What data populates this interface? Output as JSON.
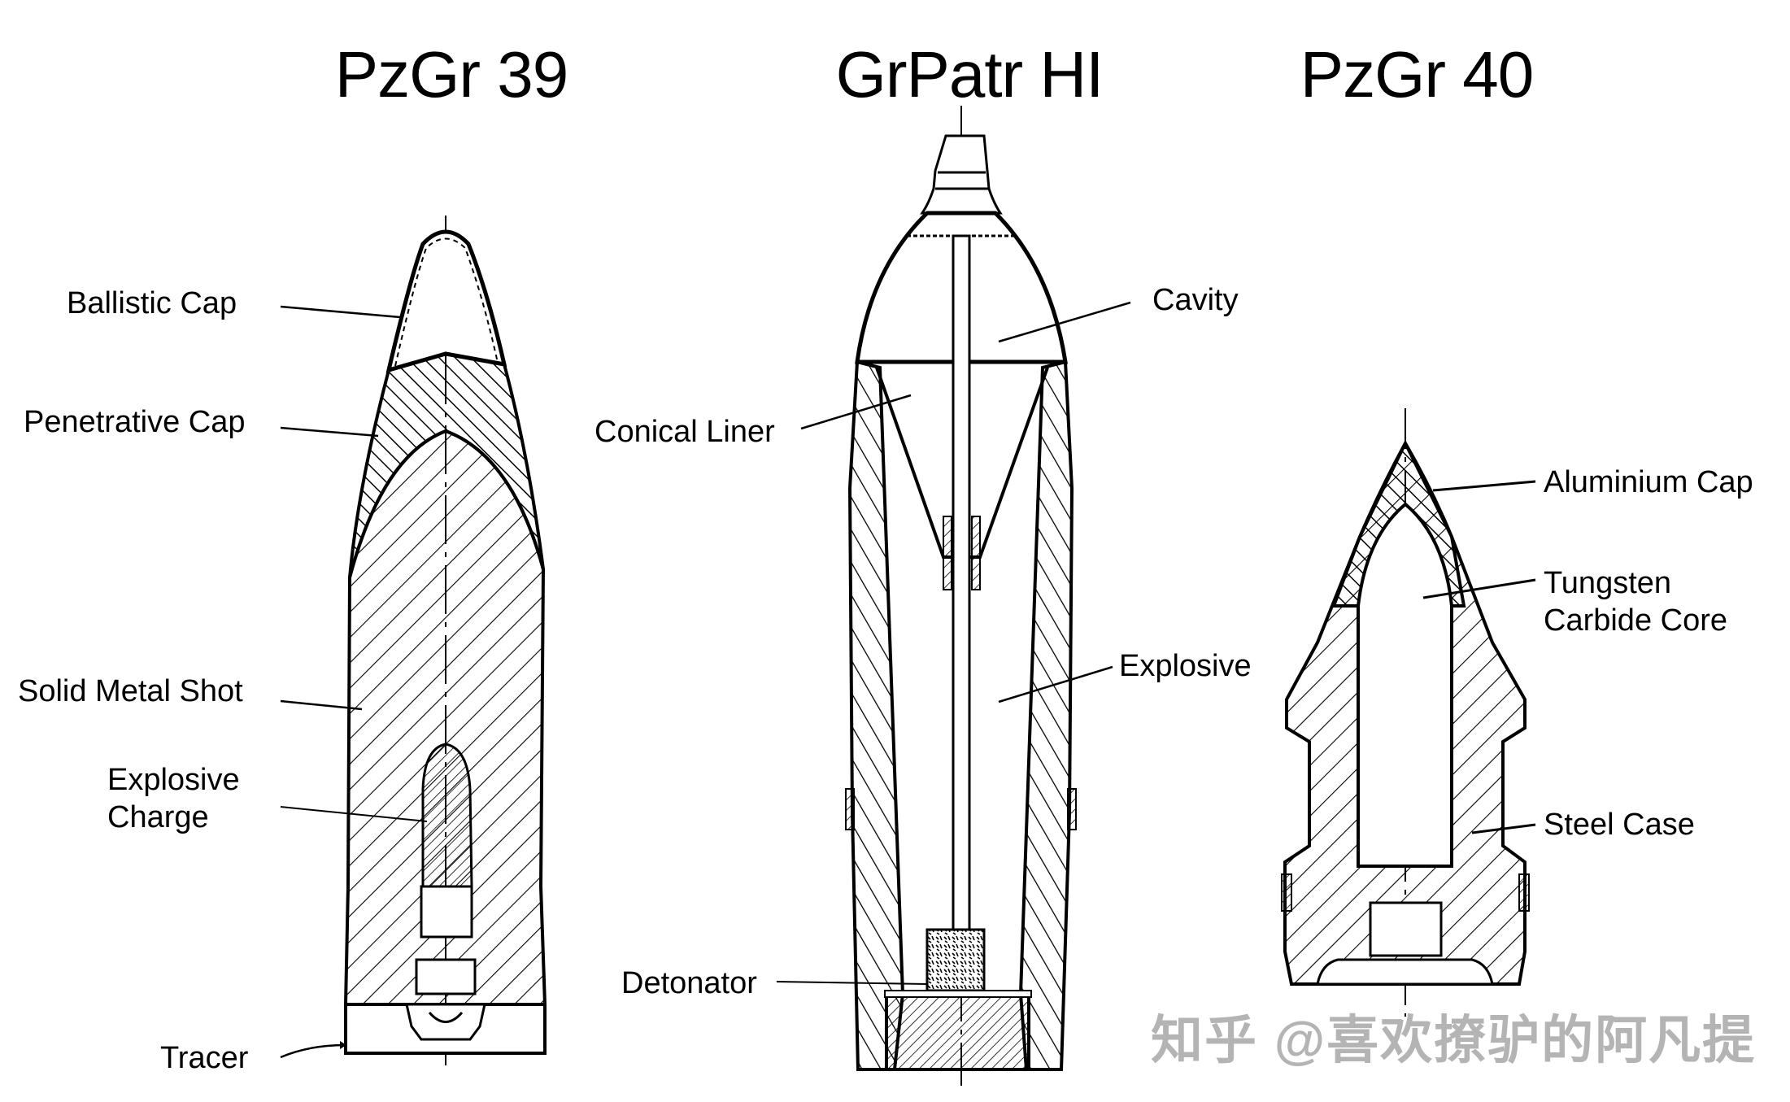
{
  "diagram": {
    "titles": [
      {
        "id": "pzgr39",
        "text": "PzGr 39"
      },
      {
        "id": "grpatr",
        "text": "GrPatr HI"
      },
      {
        "id": "pzgr40",
        "text": "PzGr 40"
      }
    ],
    "pzgr39": {
      "labels": {
        "ballistic_cap": "Ballistic Cap",
        "penetrative_cap": "Penetrative Cap",
        "solid_metal_shot": "Solid Metal Shot",
        "explosive_charge_1": "Explosive",
        "explosive_charge_2": "Charge",
        "tracer": "Tracer"
      }
    },
    "grpatr": {
      "labels": {
        "cavity": "Cavity",
        "conical_liner": "Conical Liner",
        "explosive": "Explosive",
        "detonator": "Detonator"
      }
    },
    "pzgr40": {
      "labels": {
        "aluminium_cap": "Aluminium Cap",
        "tungsten_1": "Tungsten",
        "tungsten_2": "Carbide Core",
        "steel_case": "Steel Case"
      }
    },
    "watermark": "知乎 @喜欢撩驴的阿凡提",
    "colors": {
      "line": "#000000",
      "background": "#ffffff",
      "watermark": "#b4b4b4"
    }
  }
}
